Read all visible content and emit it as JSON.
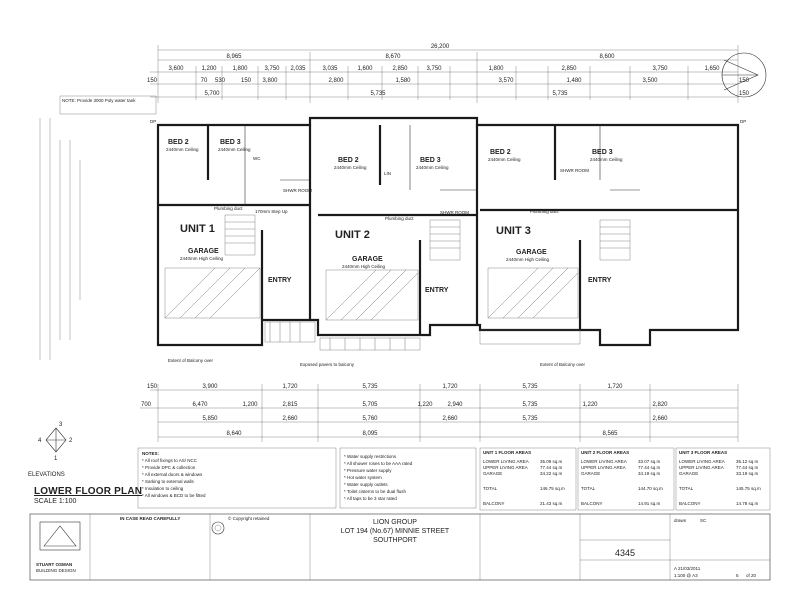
{
  "drawing": {
    "title": "LOWER FLOOR PLAN",
    "scale": "SCALE 1:100",
    "elevations_label": "ELEVATIONS",
    "compass_numbers": [
      "1",
      "2",
      "3",
      "4"
    ]
  },
  "top_dims": {
    "overall": "26,200",
    "row1": [
      "8,965",
      "8,670",
      "8,600"
    ],
    "row2": [
      "3,600",
      "1,200",
      "1,800",
      "3,750",
      "2,035",
      "3,035",
      "1,600",
      "2,850",
      "3,750",
      "1,800",
      "2,850",
      "3,750",
      "1,650"
    ],
    "row3": [
      "150",
      "70",
      "530",
      "150",
      "3,800",
      "2,800",
      "1,580",
      "3,570",
      "1,480",
      "3,500",
      "150"
    ],
    "row4": [
      "5,700",
      "5,735",
      "5,735",
      "150"
    ]
  },
  "bottom_dims": {
    "row1": [
      "150",
      "3,900",
      "1,720",
      "5,735",
      "1,720",
      "5,735",
      "1,720"
    ],
    "row2": [
      "700",
      "6,470",
      "1,200",
      "2,815",
      "5,705",
      "1,220",
      "2,940",
      "5,735",
      "1,220",
      "2,820"
    ],
    "row3": [
      "5,850",
      "2,660",
      "5,760",
      "2,660",
      "5,735",
      "2,660"
    ],
    "row4": [
      "8,640",
      "8,095",
      "8,565"
    ]
  },
  "units": [
    {
      "name": "UNIT 1",
      "garage": "GARAGE",
      "garage_note": "2440mm High Ceiling",
      "entry": "ENTRY",
      "bed2": "BED 2",
      "bed2_note": "2440mm Ceiling",
      "bed3": "BED 3",
      "bed3_note": "2440mm Ceiling"
    },
    {
      "name": "UNIT 2",
      "garage": "GARAGE",
      "garage_note": "2440mm High Ceiling",
      "entry": "ENTRY",
      "bed2": "BED 2",
      "bed2_note": "2440mm Ceiling",
      "bed3": "BED 3",
      "bed3_note": "2440mm Ceiling"
    },
    {
      "name": "UNIT 3",
      "garage": "GARAGE",
      "garage_note": "2440mm High Ceiling",
      "entry": "ENTRY",
      "bed2": "BED 2",
      "bed2_note": "2440mm Ceiling",
      "bed3": "BED 3",
      "bed3_note": "2440mm Ceiling"
    }
  ],
  "plan_notes": {
    "stair": "170mm Step Up",
    "plumbing": "Plumbing duct",
    "linen": "LIN",
    "shower": "SHWR ROOM",
    "wc": "WC",
    "balcony_over": "Extent of Balcony over",
    "driveway": "Exposed pavers to balcony",
    "downpipe": "DP",
    "sewer_note": "NOTE: Provide 3000 Poly water tank"
  },
  "notes_box": {
    "heading": "NOTES:",
    "lines": [
      "* All roof fixings to AS/ NCC",
      "* Provide DPC & collection",
      "* All external doors & windows",
      "* Sarking to external walls",
      "* Insulation to ceiling",
      "* All windows & BCD to be fitted"
    ]
  },
  "spec_box": {
    "lines": [
      "* Water supply restrictions",
      "* All shower roses to be AAA rated",
      "* Pressure water supply",
      "* Hot water system",
      "* Water supply outlets",
      "* Toilet cisterns to be dual flush",
      "* All taps to be 3 star rated"
    ]
  },
  "areas": [
    {
      "heading": "UNIT 1 FLOOR AREAS",
      "rows": [
        [
          "LOWER LIVING AREA",
          "35.09 sq.m"
        ],
        [
          "UPPER LIVING AREA",
          "77.44 sq.m"
        ],
        [
          "GARAGE",
          "34.22 sq.m"
        ]
      ],
      "total": [
        "TOTAL",
        "146.75 sq.m"
      ],
      "balcony": [
        "BALCONY",
        "21.43 sq.m"
      ]
    },
    {
      "heading": "UNIT 2 FLOOR AREAS",
      "rows": [
        [
          "LOWER LIVING AREA",
          "33.07 sq.m"
        ],
        [
          "UPPER LIVING AREA",
          "77.44 sq.m"
        ],
        [
          "GARAGE",
          "34.19 sq.m"
        ]
      ],
      "total": [
        "TOTAL",
        "144.70 sq.m"
      ],
      "balcony": [
        "BALCONY",
        "14.91 sq.m"
      ]
    },
    {
      "heading": "UNIT 3 FLOOR AREAS",
      "rows": [
        [
          "LOWER LIVING AREA",
          "35.12 sq.m"
        ],
        [
          "UPPER LIVING AREA",
          "77.44 sq.m"
        ],
        [
          "GARAGE",
          "33.19 sq.m"
        ]
      ],
      "total": [
        "TOTAL",
        "145.75 sq.m"
      ],
      "balcony": [
        "BALCONY",
        "14.78 sq.m"
      ]
    }
  ],
  "title_block": {
    "company": "STUART OSMAN",
    "company_sub": "BUILDING DESIGN",
    "warning": "IN CASE READ CAREFULLY",
    "copyright": "© Copyright retained",
    "client": "LION GROUP",
    "lot": "LOT 194 (No.67) MINNIE STREET",
    "suburb": "SOUTHPORT",
    "job_no": "4345",
    "drawn_label": "drawn",
    "drawn": "SC",
    "sheet": "5",
    "of": "of 20",
    "scale": "1:100 @ A3",
    "date": "A 21/03/2011"
  }
}
